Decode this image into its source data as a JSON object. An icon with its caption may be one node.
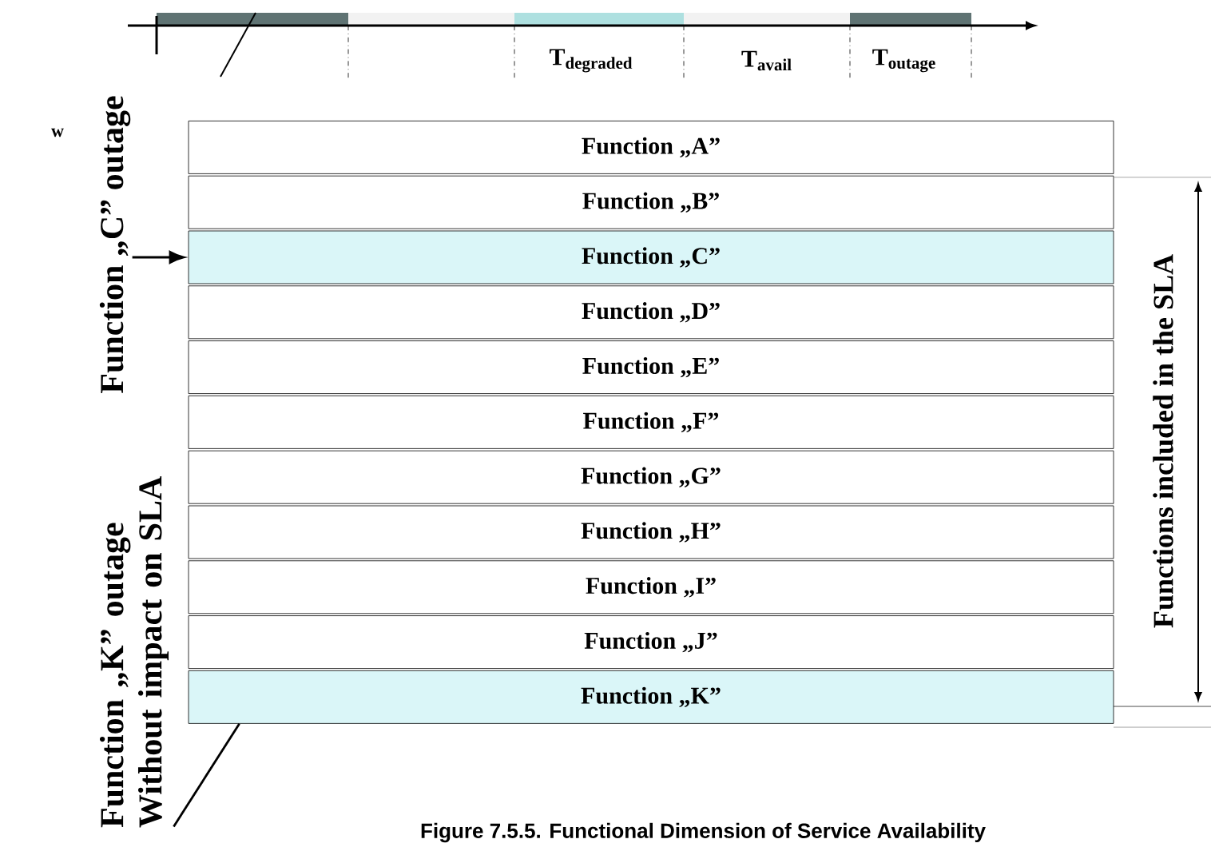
{
  "diagram": {
    "caption": "Figure 7.5.5. Functional Dimension of Service Availability",
    "nodes": [
      {
        "text": [
          "Function „A”"
        ]
      },
      {
        "text": [
          "Function „B”"
        ]
      },
      {
        "text": [
          "Function „C”"
        ]
      },
      {
        "text": [
          "Function „D”"
        ]
      },
      {
        "text": [
          "Function „E”"
        ]
      },
      {
        "text": [
          "Function „F”"
        ]
      },
      {
        "text": [
          "Function „G”"
        ]
      },
      {
        "text": [
          "Function „H”"
        ]
      },
      {
        "text": [
          "Function „I”"
        ]
      },
      {
        "text": [
          "Function „J”"
        ]
      },
      {
        "text": [
          "Function „K”"
        ]
      },
      {
        "text": [
          "Function „C” outage"
        ]
      },
      {
        "text": [
          "Function „K” outage Without impact on SLA"
        ]
      }
    ],
    "edges": [
      {
        "from": 11,
        "to": 2,
        "arrow": "to"
      },
      {
        "from": 12,
        "to": 10,
        "arrow": "none"
      }
    ],
    "labels": [
      "w",
      "T$_{degraded}$",
      "T$_{avail}$",
      "T$_{outage}$",
      "Functions included in the SLA"
    ]
  }
}
